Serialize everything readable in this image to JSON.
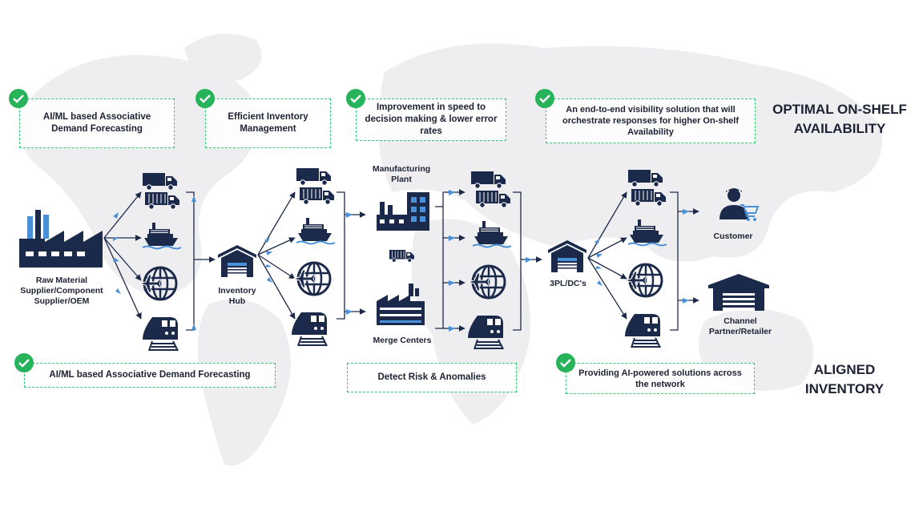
{
  "benefits": {
    "optimal_on_shelf": "OPTIMAL ON-SHELF AVAILABILITY",
    "aligned_inventory": "ALIGNED INVENTORY"
  },
  "callouts_top": [
    "AI/ML based Associative Demand Forecasting",
    "Efficient Inventory Management",
    "Improvement in speed to decision making & lower error rates",
    "An end-to-end visibility solution that will orchestrate responses for higher On-shelf Availability"
  ],
  "callouts_bottom": [
    "AI/ML based Associative Demand Forecasting",
    "Detect Risk & Anomalies",
    "Providing AI-powered solutions across the network"
  ],
  "nodes": {
    "raw_material": "Raw Material Supplier/Component Supplier/OEM",
    "inventory_hub": "Inventory Hub",
    "manufacturing_plant": "Manufacturing Plant",
    "merge_centers": "Merge Centers",
    "dc": "3PL/DC's",
    "customer": "Customer",
    "channel_partner": "Channel Partner/Retailer"
  },
  "icon_names": [
    "factory-icon",
    "truck-icon",
    "ship-icon",
    "air-globe-icon",
    "train-icon",
    "warehouse-icon",
    "customer-icon",
    "retail-store-icon",
    "check-icon"
  ],
  "colors": {
    "navy": "#1b2a4a",
    "arrow_blue": "#4a90d9",
    "check_green": "#27b35a",
    "map_gray": "#efeff1"
  }
}
